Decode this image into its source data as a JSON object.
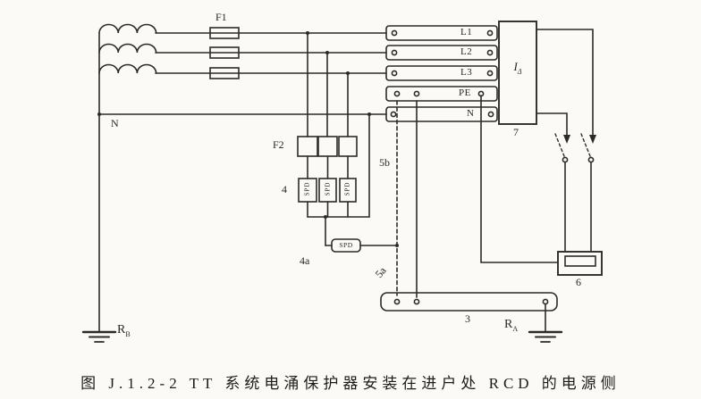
{
  "figure": {
    "caption": "图 J.1.2-2 TT 系统电涌保护器安装在进户处 RCD 的电源侧"
  },
  "labels": {
    "fuse_main": "F1",
    "fuse_spd": "F2",
    "spd_group": "4",
    "spd_npe": "4a",
    "conductor_5a": "5a",
    "conductor_5b": "5b",
    "earthing_bar": "3",
    "equipment": "6",
    "rcd_number": "7",
    "neutral_line": "N",
    "spd_box": "SPD",
    "bus": {
      "l1": "L1",
      "l2": "L2",
      "l3": "L3",
      "pe": "PE",
      "n": "N"
    },
    "rcd_symbol": {
      "main": "I",
      "sub": "Δ"
    },
    "earth_left": {
      "main": "R",
      "sub": "B"
    },
    "earth_right": {
      "main": "R",
      "sub": "A"
    }
  },
  "colors": {
    "line": "#2e2b27",
    "paper": "#fbfaf7"
  }
}
